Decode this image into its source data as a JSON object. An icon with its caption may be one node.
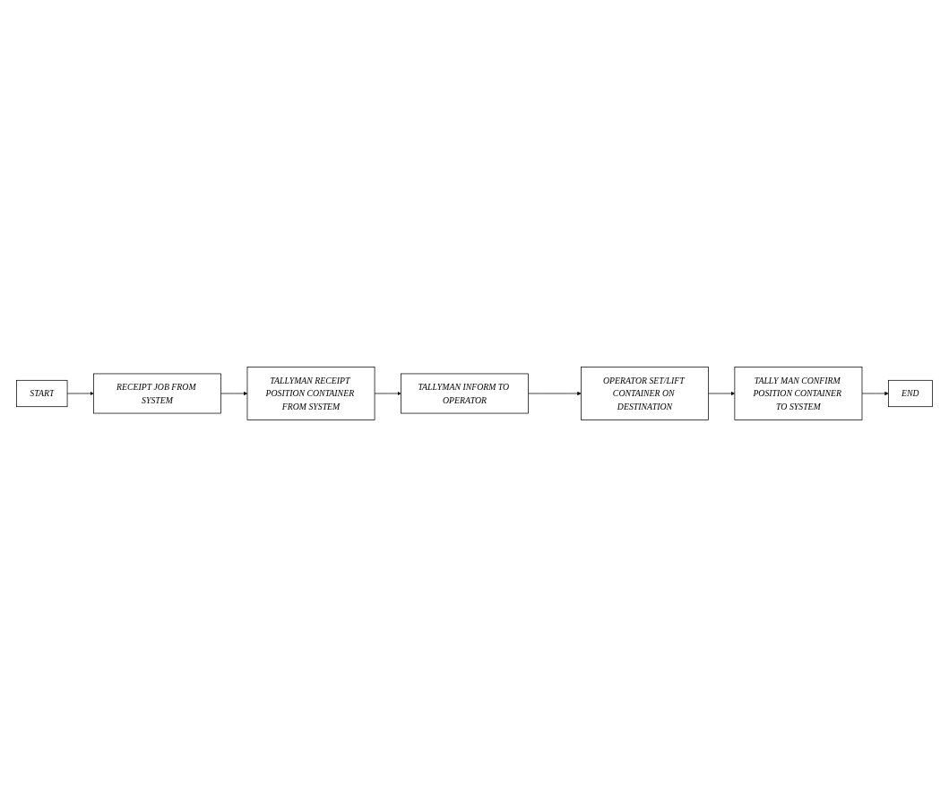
{
  "diagram": {
    "nodes": [
      {
        "text": [
          "START"
        ]
      },
      {
        "text": [
          "RECEIPT JOB FROM SYSTEM"
        ]
      },
      {
        "text": [
          "TALLYMAN RECEIPT POSITION CONTAINER FROM SYSTEM"
        ]
      },
      {
        "text": [
          "TALLYMAN INFORM TO OPERATOR"
        ]
      },
      {
        "text": [
          "OPERATOR SET/LIFT CONTAINER ON DESTINATION"
        ]
      },
      {
        "text": [
          "TALLY MAN CONFIRM POSITION CONTAINER TO SYSTEM"
        ]
      },
      {
        "text": [
          "END"
        ]
      }
    ],
    "edges": [
      {
        "from": 0,
        "to": 1,
        "arrow": "to"
      },
      {
        "from": 1,
        "to": 2,
        "arrow": "to"
      },
      {
        "from": 2,
        "to": 3,
        "arrow": "to"
      },
      {
        "from": 3,
        "to": 4,
        "arrow": "to"
      },
      {
        "from": 4,
        "to": 5,
        "arrow": "to"
      },
      {
        "from": 5,
        "to": 6,
        "arrow": "to"
      }
    ]
  }
}
